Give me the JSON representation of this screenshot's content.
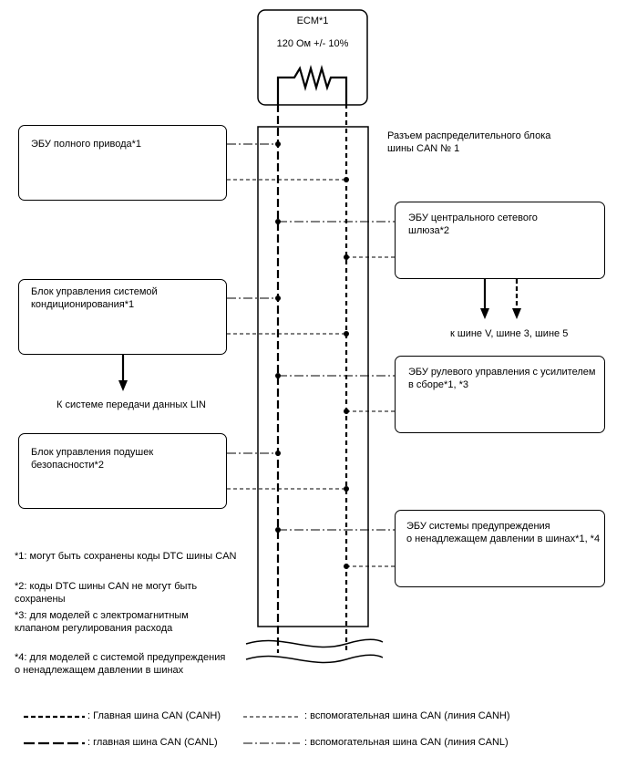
{
  "ecm": {
    "title": "ECM*1",
    "resistance": "120 Ом +/- 10%"
  },
  "junction_connector": {
    "label_line1": "Разъем распределительного блока",
    "label_line2": "шины CAN № 1"
  },
  "left_units": [
    {
      "line1": "ЭБУ полного привода*1",
      "line2": ""
    },
    {
      "line1": "Блок управления системой",
      "line2": "кондиционирования*1"
    },
    {
      "line1": "Блок управления подушек",
      "line2": "безопасности*2"
    }
  ],
  "right_units": [
    {
      "line1": "ЭБУ центрального сетевого",
      "line2": "шлюза*2"
    },
    {
      "line1": "ЭБУ рулевого управления с усилителем",
      "line2": "в сборе*1, *3"
    },
    {
      "line1": "ЭБУ системы предупреждения",
      "line2": "о ненадлежащем давлении в шинах*1, *4"
    }
  ],
  "arrow_labels": {
    "lin": "К системе передачи данных LIN",
    "bus": "к шине V, шине 3, шине 5"
  },
  "notes": [
    {
      "line1": "*1: могут быть сохранены коды DTC шины CAN",
      "line2": ""
    },
    {
      "line1": "*2: коды DTC шины CAN не могут быть",
      "line2": "сохранены"
    },
    {
      "line1": "*3: для моделей с электромагнитным",
      "line2": "клапаном регулирования расхода"
    },
    {
      "line1": "*4: для моделей с системой предупреждения",
      "line2": "о ненадлежащем давлении в шинах"
    }
  ],
  "legend": [
    {
      "label": ": Главная шина CAN (CANH)"
    },
    {
      "label": ": вспомогательная шина CAN (линия CANH)"
    },
    {
      "label": ": главная шина CAN (CANL)"
    },
    {
      "label": ": вспомогательная шина CAN (линия CANL)"
    }
  ]
}
